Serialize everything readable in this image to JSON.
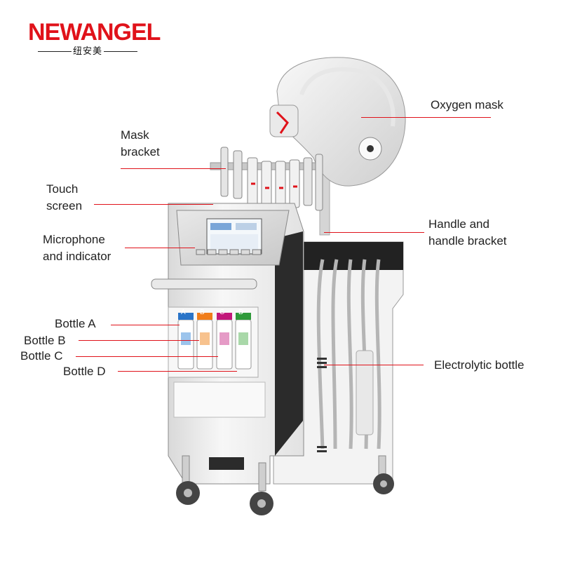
{
  "brand": {
    "name": "NEWANGEL",
    "subtitle": "纽安美",
    "color": "#e0121a"
  },
  "colors": {
    "leader_line": "#e0121a",
    "label_text": "#222222",
    "body": "#f2f2f2",
    "panel_dark": "#2b2b2b",
    "bottle_a": "#2a74c8",
    "bottle_b": "#f07d1a",
    "bottle_c": "#c2187a",
    "bottle_d": "#2f9a3a"
  },
  "labels": {
    "oxygen_mask": "Oxygen mask",
    "mask_bracket": "Mask\nbracket",
    "touch_screen": "Touch\nscreen",
    "microphone": "Microphone\nand indicator",
    "handle": "Handle and\nhandle bracket",
    "bottle_a": "Bottle A",
    "bottle_b": "Bottle B",
    "bottle_c": "Bottle C",
    "bottle_d": "Bottle D",
    "electrolytic": "Electrolytic bottle"
  },
  "bottle_tags": [
    "A",
    "B",
    "C",
    "D"
  ]
}
